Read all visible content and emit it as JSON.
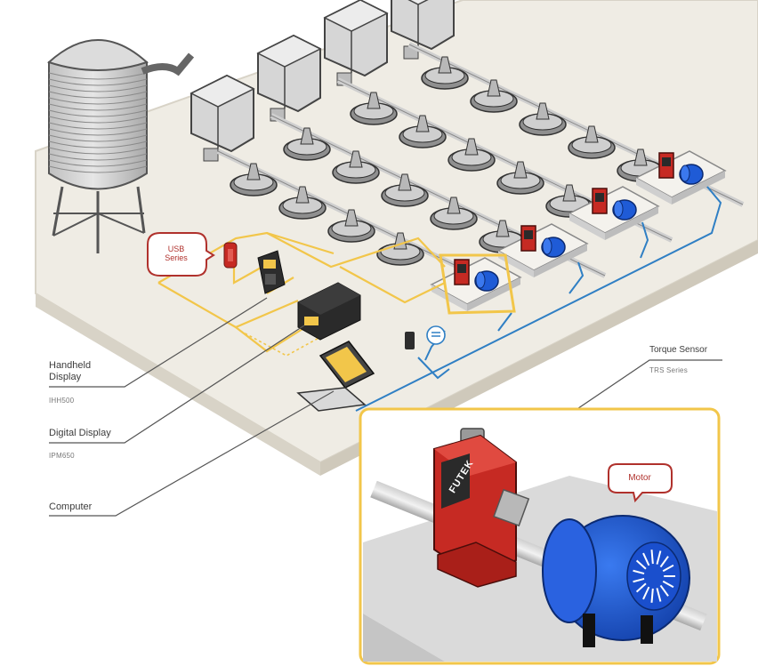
{
  "labels": {
    "usb_series": "USB\nSeries",
    "handheld_display": "Handheld\nDisplay",
    "handheld_model": "IHH500",
    "digital_display": "Digital Display",
    "digital_model": "IPM650",
    "computer": "Computer",
    "torque_sensor": "Torque Sensor",
    "torque_series": "TRS Series",
    "motor": "Motor",
    "brand": "FUTEK"
  },
  "colors": {
    "floor": "#efece4",
    "floor_edge": "#d8d3c7",
    "wire_yellow": "#f2c64a",
    "wire_blue": "#2f7fc4",
    "callout_red": "#b0312c",
    "sensor_red": "#c62a23",
    "motor_blue": "#1f5bd6",
    "silo_gray": "#d4d4d4",
    "inset_border": "#f2c64a"
  }
}
